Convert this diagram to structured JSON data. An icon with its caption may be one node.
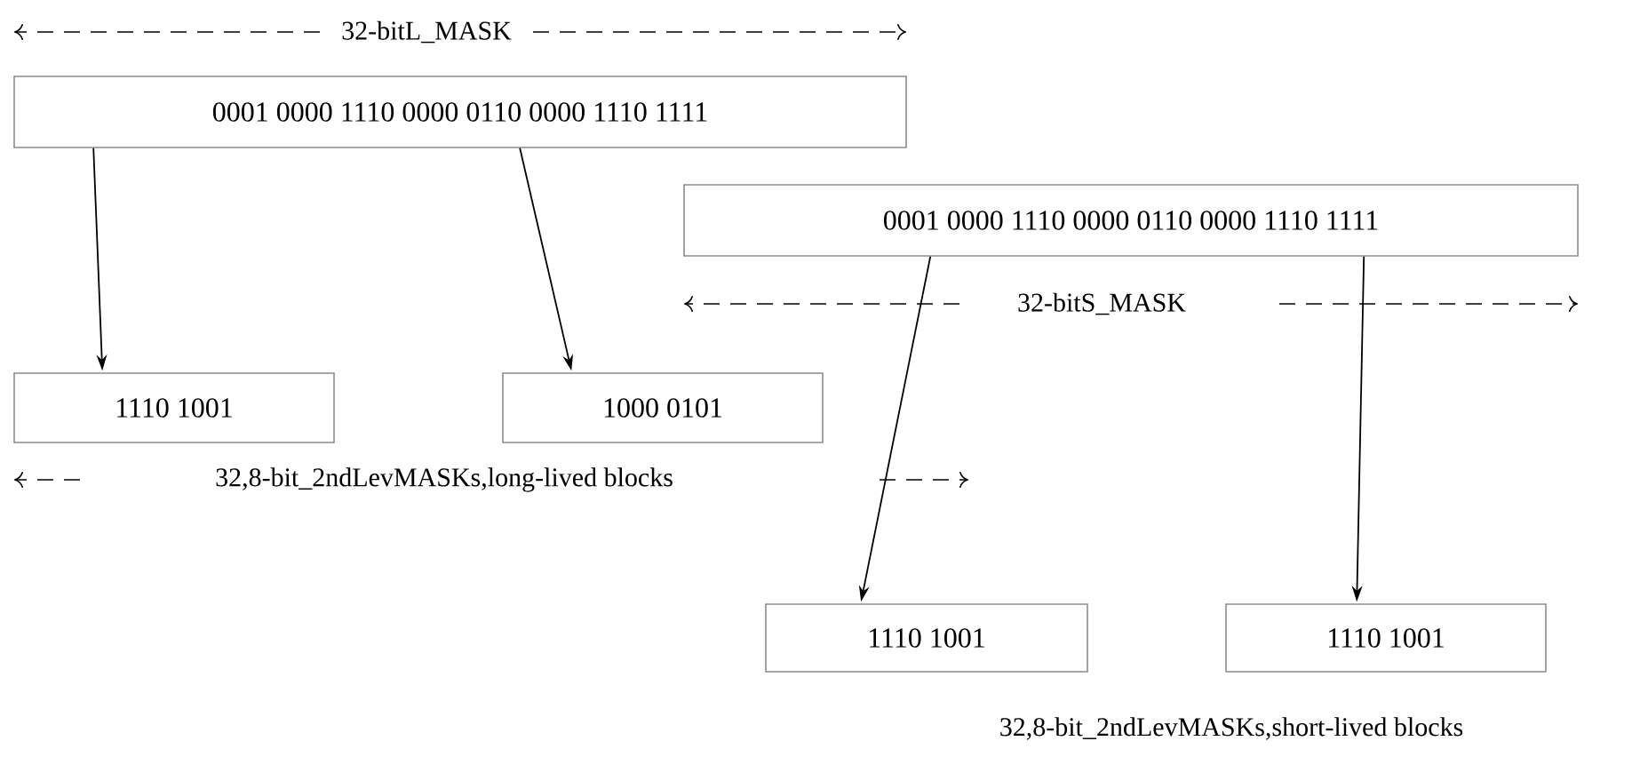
{
  "diagram": {
    "nodes": [
      {
        "text": [
          "0001 0000 1110 0000 0110 0000 1110 1111"
        ]
      },
      {
        "text": [
          "0001 0000 1110 0000 0110 0000 1110 1111"
        ]
      },
      {
        "text": [
          "1110 1001"
        ]
      },
      {
        "text": [
          "1000 0101"
        ]
      },
      {
        "text": [
          "1110 1001"
        ]
      },
      {
        "text": [
          "1110 1001"
        ]
      }
    ],
    "edges": [
      {
        "from": 0,
        "to": 2,
        "arrow": "to"
      },
      {
        "from": 0,
        "to": 3,
        "arrow": "to"
      },
      {
        "from": 1,
        "to": 4,
        "arrow": "to"
      },
      {
        "from": 1,
        "to": 5,
        "arrow": "to"
      }
    ],
    "labels": [
      "32-bitL_MASK",
      "32-bitS_MASK",
      "32,8-bit_2ndLevMASKs,long-lived blocks",
      "32,8-bit_2ndLevMASKs,short-lived blocks"
    ]
  }
}
